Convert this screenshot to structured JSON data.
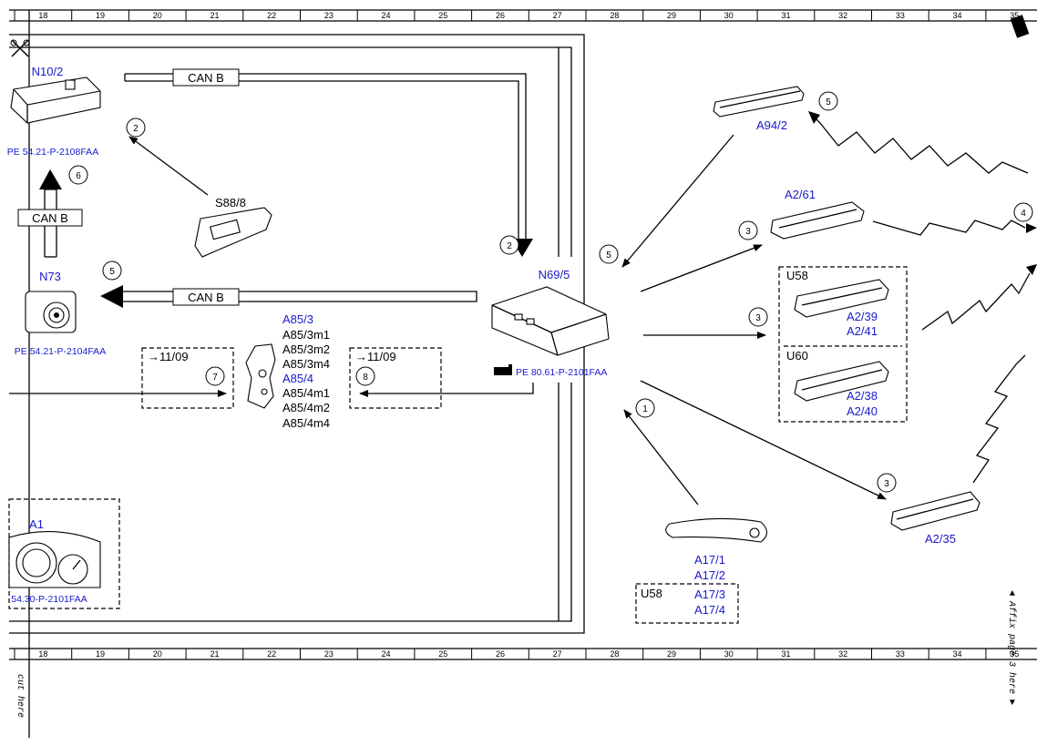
{
  "ruler": {
    "numbers": [
      "18",
      "19",
      "20",
      "21",
      "22",
      "23",
      "24",
      "25",
      "26",
      "27",
      "28",
      "29",
      "30",
      "31",
      "32",
      "33",
      "34",
      "35"
    ]
  },
  "bus": {
    "can_b": "CAN B"
  },
  "components": {
    "n10_2": "N10/2",
    "n10_2_ref": "PE 54.21-P-2108FAA",
    "s88_8": "S88/8",
    "n73": "N73",
    "n73_ref": "PE 54.21-P-2104FAA",
    "a85_3": "A85/3",
    "a85_3m1": "A85/3m1",
    "a85_3m2": "A85/3m2",
    "a85_3m4": "A85/3m4",
    "a85_4": "A85/4",
    "a85_4m1": "A85/4m1",
    "a85_4m2": "A85/4m2",
    "a85_4m4": "A85/4m4",
    "n69_5": "N69/5",
    "n69_5_ref": "PE 80.61-P-2101FAA",
    "a1": "A1",
    "a1_ref": "54.30-P-2101FAA",
    "a94_2": "A94/2",
    "a2_61": "A2/61",
    "a2_39": "A2/39",
    "a2_41": "A2/41",
    "a2_38": "A2/38",
    "a2_40": "A2/40",
    "a2_35": "A2/35",
    "a17_1": "A17/1",
    "a17_2": "A17/2",
    "a17_3": "A17/3",
    "a17_4": "A17/4"
  },
  "variants": {
    "u58": "U58",
    "u60": "U60"
  },
  "notes": {
    "date_1": "→11/09",
    "date_2": "→11/09"
  },
  "callouts": [
    "1",
    "2",
    "3",
    "4",
    "5",
    "6",
    "7",
    "8"
  ],
  "margin_text": {
    "cut_here": "cut here",
    "affix": "◄ Affix page 3 here ►"
  },
  "colors": {
    "component_blue": "#1a1acc",
    "line": "#000000"
  }
}
